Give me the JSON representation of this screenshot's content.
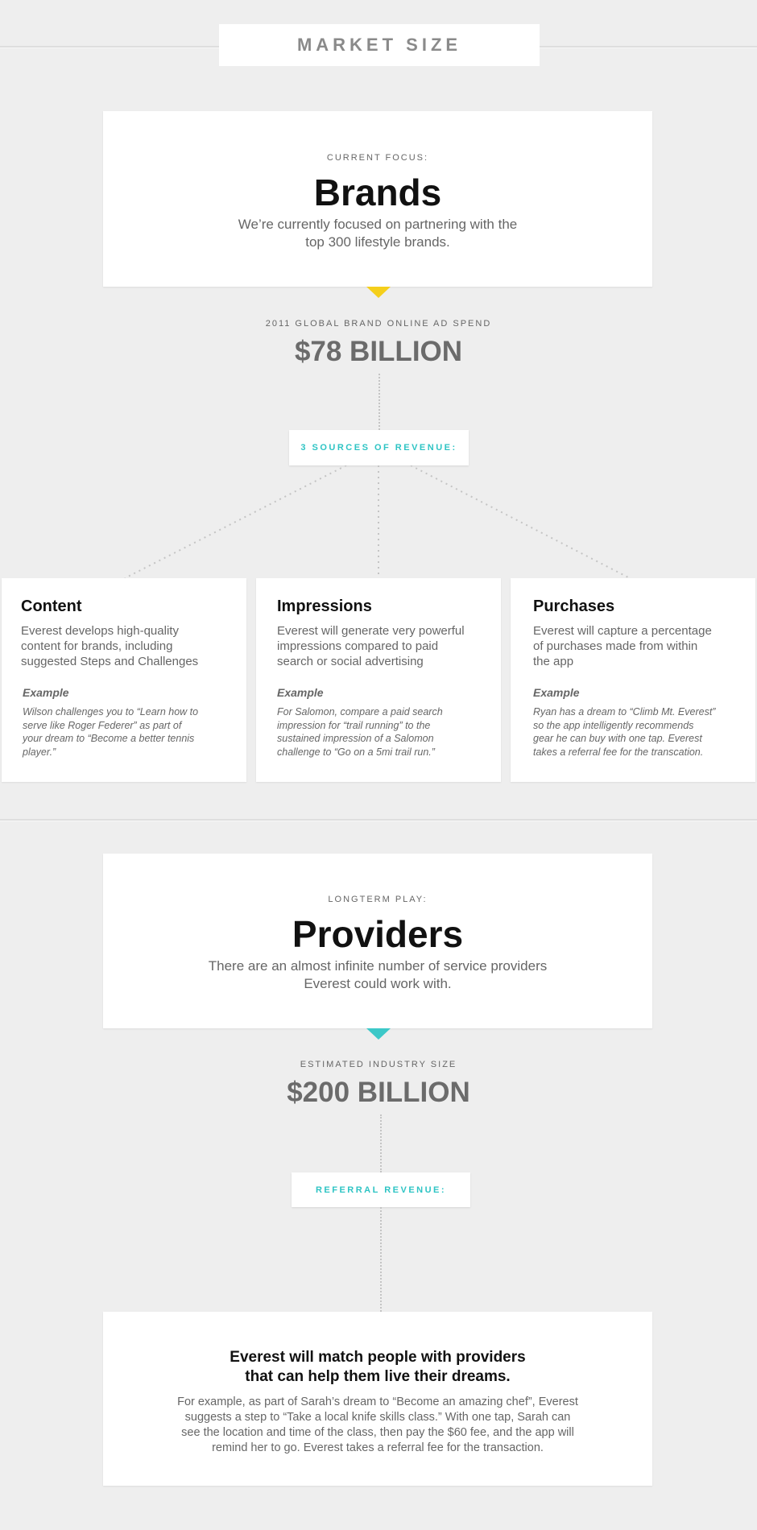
{
  "header": {
    "title": "MARKET SIZE"
  },
  "brands": {
    "kicker": "CURRENT FOCUS:",
    "title": "Brands",
    "desc_line1": "We’re currently focused on partnering with the",
    "desc_line2": "top 300 lifestyle brands.",
    "spend_label": "2011 GLOBAL BRAND ONLINE AD SPEND",
    "spend_value": "$78 BILLION",
    "revenue_label": "3 SOURCES OF REVENUE:"
  },
  "sources": [
    {
      "title": "Content",
      "desc_lines": [
        "Everest develops high-quality",
        "content for brands, including",
        "suggested Steps and Challenges"
      ],
      "example_label": "Example",
      "example_lines": [
        "Wilson challenges you to “Learn how to",
        "serve like Roger Federer” as part of",
        "your dream to “Become a better tennis",
        "player.”"
      ]
    },
    {
      "title": "Impressions",
      "desc_lines": [
        "Everest will generate very powerful",
        "impressions compared to paid",
        "search or social advertising"
      ],
      "example_label": "Example",
      "example_lines": [
        "For Salomon, compare a paid search",
        "impression for “trail running” to the",
        "sustained impression of a Salomon",
        "challenge to “Go on a 5mi trail run.”"
      ]
    },
    {
      "title": "Purchases",
      "desc_lines": [
        "Everest will capture a percentage",
        "of purchases made from within",
        "the app"
      ],
      "example_label": "Example",
      "example_lines": [
        "Ryan has a dream to “Climb Mt. Everest”",
        "so the app intelligently recommends",
        "gear he can buy with one tap. Everest",
        "takes a referral fee for the transcation."
      ]
    }
  ],
  "providers": {
    "kicker": "LONGTERM PLAY:",
    "title": "Providers",
    "desc_line1": "There are an almost infinite number of service providers",
    "desc_line2": "Everest could work with.",
    "size_label": "ESTIMATED INDUSTRY SIZE",
    "size_value": "$200 BILLION",
    "revenue_label": "REFERRAL REVENUE:"
  },
  "match": {
    "headline_line1": "Everest will match people with providers",
    "headline_line2": "that can help them live their dreams.",
    "body_lines": [
      "For example, as part of Sarah’s dream to “Become an amazing chef”, Everest",
      "suggests a step to “Take a local knife skills class.” With one tap, Sarah can",
      "see the location and time of the class, then pay the $60 fee, and the app will",
      "remind her to go. Everest takes a referral fee for the transaction."
    ]
  },
  "colors": {
    "accent_yellow": "#f5cf1b",
    "accent_teal": "#3cc8c8",
    "background": "#eeeeee"
  }
}
